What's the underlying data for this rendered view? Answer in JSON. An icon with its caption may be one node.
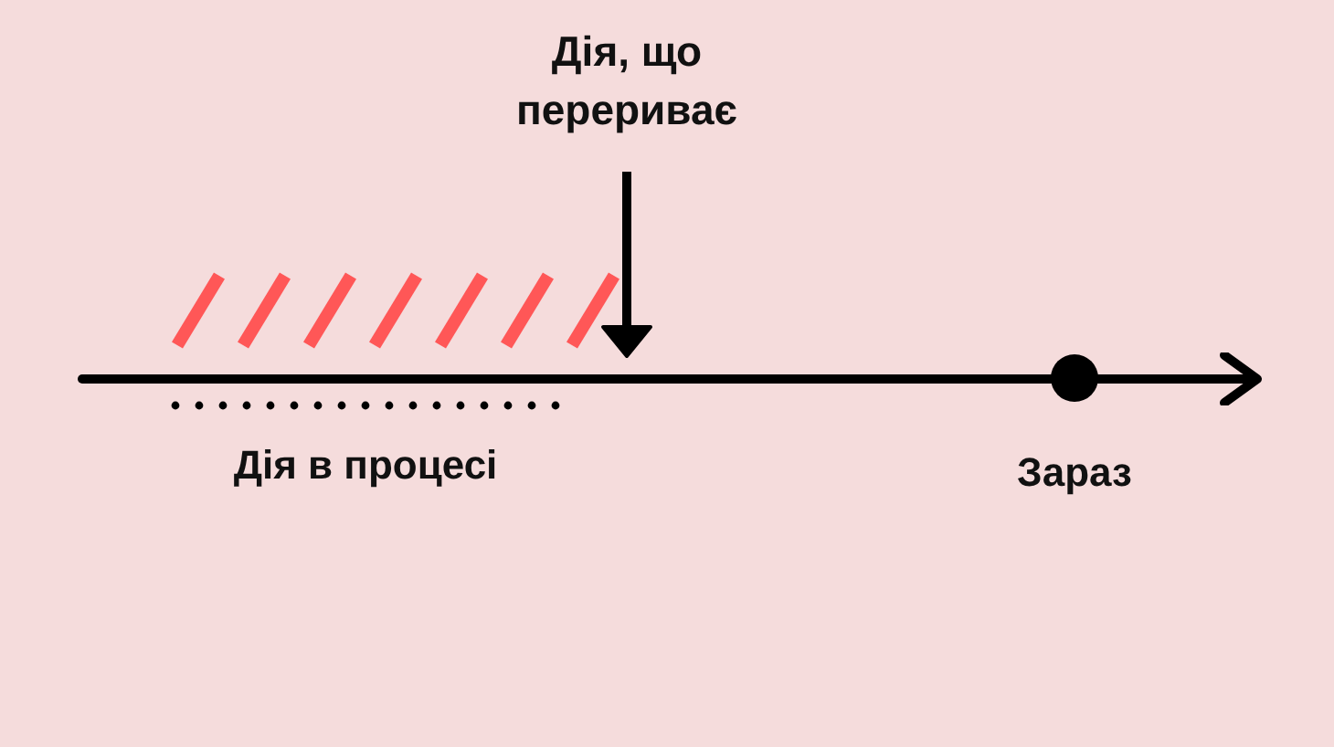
{
  "diagram": {
    "nodes": [
      {
        "text": [
          "Дія, що перериває"
        ]
      },
      {
        "text": [],
        "shape": "line"
      }
    ],
    "edges": [
      {
        "from": 0,
        "to": 1,
        "arrow": "to"
      }
    ],
    "labels": [
      "Дія в процесі",
      "Зараз"
    ]
  }
}
